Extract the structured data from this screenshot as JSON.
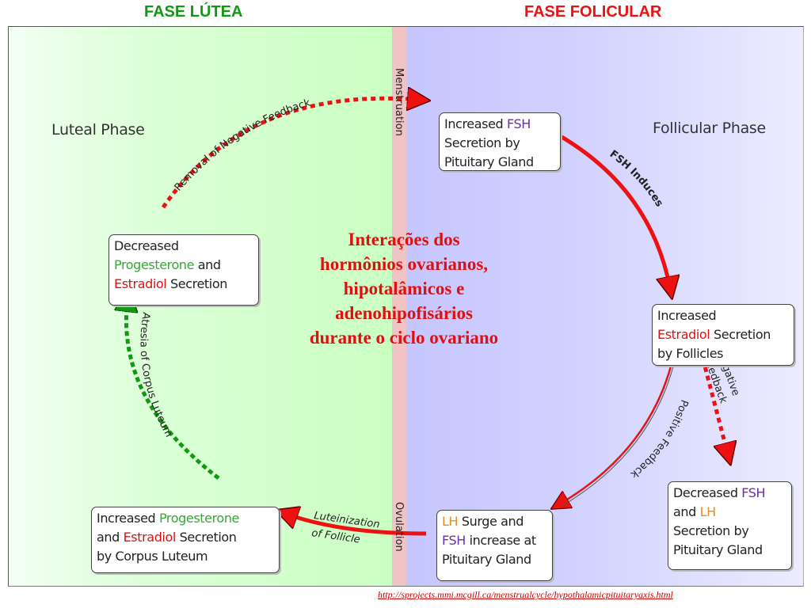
{
  "header": {
    "left": "FASE LÚTEA",
    "right": "FASE FOLICULAR"
  },
  "phases": {
    "luteal": "Luteal Phase",
    "follicular": "Follicular Phase"
  },
  "bands": {
    "menstruation": "Menstruation",
    "ovulation": "Ovulation"
  },
  "boxes": {
    "fsh": {
      "l1a": "Increased ",
      "l1b": "FSH",
      "l2": "Secretion by",
      "l3": "Pituitary Gland"
    },
    "estr": {
      "l1": "Increased",
      "l2a": "Estradiol",
      "l2b": " Secretion",
      "l3": "by Follicles"
    },
    "decfsh": {
      "l1a": "Decreased ",
      "l1b": "FSH",
      "l2a": "and ",
      "l2b": "LH",
      "l3": "Secretion by",
      "l4": "Pituitary Gland"
    },
    "lh": {
      "l1a": "LH",
      "l1b": " Surge and",
      "l2a": "FSH",
      "l2b": " increase at",
      "l3": "Pituitary Gland"
    },
    "incprog": {
      "l1a": "Increased ",
      "l1b": "Progesterone",
      "l2a": "and ",
      "l2b": "Estradiol",
      "l2c": " Secretion",
      "l3": "by Corpus Luteum"
    },
    "decprog": {
      "l1": "Decreased",
      "l2a": "Progesterone",
      "l2b": " and",
      "l3a": "Estradiol",
      "l3b": " Secretion"
    }
  },
  "arrow_labels": {
    "removal": "Removal of Negative Feedback",
    "fsh_induces": "FSH Induces",
    "negative1": "Negative",
    "negative2": "Feedback",
    "positive": "Positive Feedback",
    "lute1": "Luteinization",
    "lute2": "of Follicle",
    "atresia": "Atresia of Corpus Luteum"
  },
  "center_text": [
    "Interações dos",
    "hormônios ovarianos,",
    "hipotalâmicos e",
    "adenohipofisários",
    "durante o ciclo ovariano"
  ],
  "source_url": "http://sprojects.mmi.mcgill.ca/menstrualcycle/hypothalamicpituitaryaxis.html",
  "colors": {
    "luteal_green": "#119911",
    "follicular_red": "#ee1111",
    "arrow_red": "#ee1111",
    "arrow_green": "#119911"
  }
}
